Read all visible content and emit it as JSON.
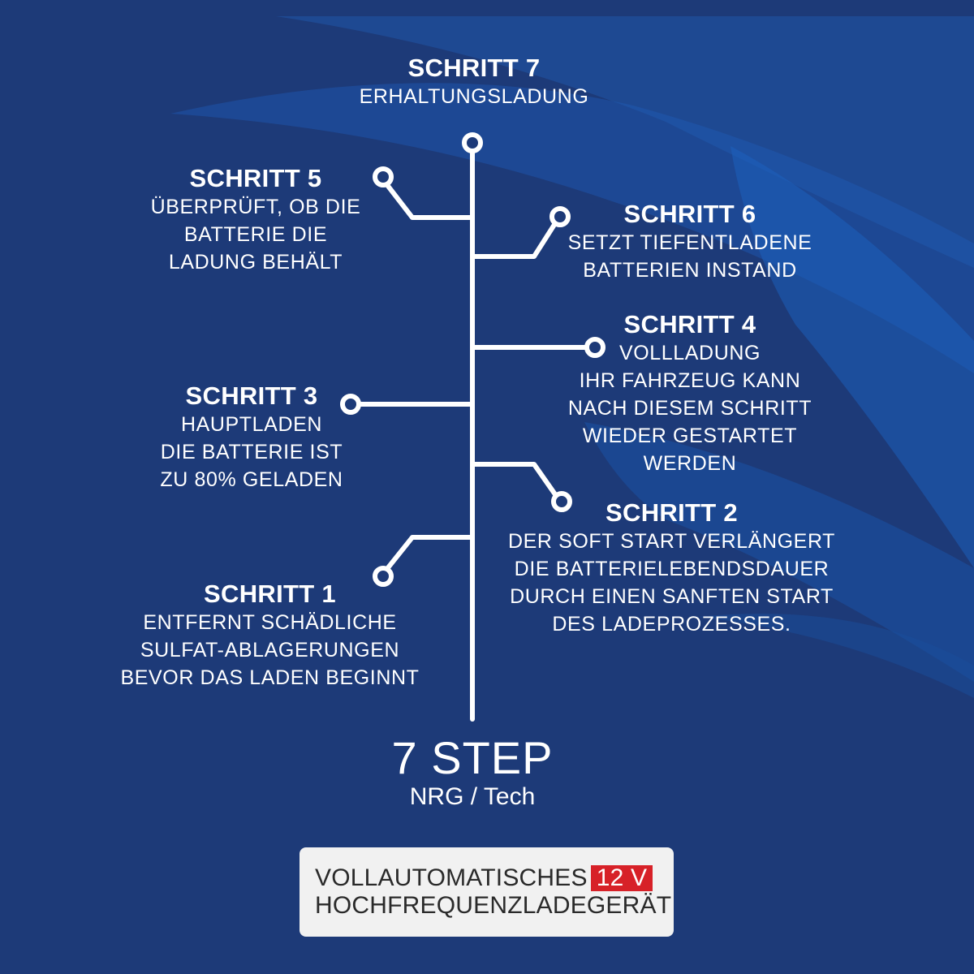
{
  "colors": {
    "background": "#1d3a78",
    "tree_line": "#ffffff",
    "box_background": "#f1f1f1",
    "voltage_badge": "#d72128"
  },
  "steps": {
    "s7": {
      "title": "SCHRITT 7",
      "lines": [
        "ERHALTUNGSLADUNG"
      ]
    },
    "s5": {
      "title": "SCHRITT 5",
      "lines": [
        "ÜBERPRÜFT, OB DIE",
        "BATTERIE DIE",
        "LADUNG BEHÄLT"
      ]
    },
    "s6": {
      "title": "SCHRITT 6",
      "lines": [
        "SETZT TIEFENTLADENE",
        "BATTERIEN INSTAND"
      ]
    },
    "s4": {
      "title": "SCHRITT 4",
      "lines": [
        "VOLLLADUNG",
        "IHR FAHRZEUG KANN",
        "NACH DIESEM SCHRITT",
        "WIEDER GESTARTET",
        "WERDEN"
      ]
    },
    "s3": {
      "title": "SCHRITT 3",
      "lines": [
        "HAUPTLADEN",
        "DIE BATTERIE IST",
        "ZU 80% GELADEN"
      ]
    },
    "s2": {
      "title": "SCHRITT 2",
      "lines": [
        "DER SOFT START VERLÄNGERT",
        "DIE BATTERIELEBENDSDAUER",
        "DURCH EINEN SANFTEN START",
        "DES LADEPROZESSES."
      ]
    },
    "s1": {
      "title": "SCHRITT 1",
      "lines": [
        "ENTFERNT SCHÄDLICHE",
        "SULFAT-ABLAGERUNGEN",
        "BEVOR DAS LADEN BEGINNT"
      ]
    }
  },
  "footer": {
    "title": "7 STEP",
    "subtitle": "NRG / Tech"
  },
  "product_box": {
    "line1": "VOLLAUTOMATISCHES",
    "voltage": "12 V",
    "line2": "HOCHFREQUENZLADEGERÄT"
  }
}
